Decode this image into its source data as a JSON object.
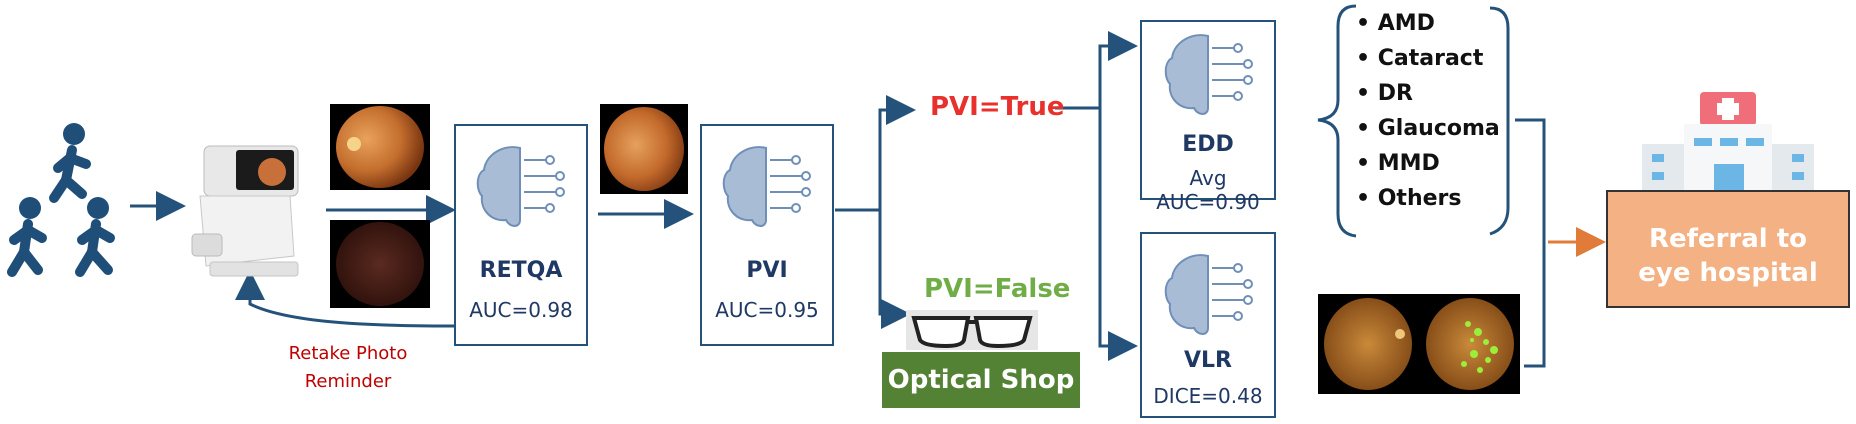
{
  "modules": {
    "retqa": {
      "title": "RETQA",
      "metric": "AUC=0.98"
    },
    "pvi": {
      "title": "PVI",
      "metric": "AUC=0.95"
    },
    "edd": {
      "title": "EDD",
      "metric": "Avg AUC=0.90"
    },
    "vlr": {
      "title": "VLR",
      "metric": "DICE=0.48"
    }
  },
  "branches": {
    "true_label": "PVI=True",
    "false_label": "PVI=False"
  },
  "retake": {
    "line1": "Retake Photo",
    "line2": "Reminder"
  },
  "diseases": [
    "AMD",
    "Cataract",
    "DR",
    "Glaucoma",
    "MMD",
    "Others"
  ],
  "optical_shop": "Optical Shop",
  "referral": {
    "line1": "Referral to",
    "line2": "eye hospital"
  },
  "colors": {
    "box_border": "#24527a",
    "arrow": "#24527a",
    "true": "#e8302c",
    "false": "#70ad47",
    "retake": "#c00000",
    "optical": "#548235",
    "hospital": "#f4b183",
    "referral_arrow": "#e07b39"
  }
}
